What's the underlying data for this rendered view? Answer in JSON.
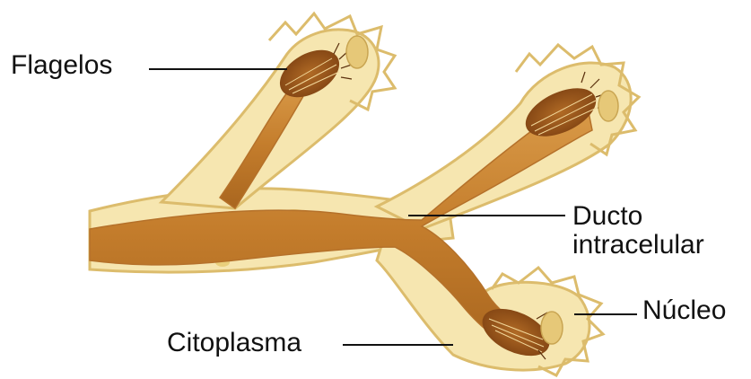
{
  "labels": {
    "flagelos": "Flagelos",
    "ducto_line1": "Ducto",
    "ducto_line2": "intracelular",
    "nucleo": "Núcleo",
    "citoplasma": "Citoplasma"
  },
  "colors": {
    "cell_fill": "#f7e8b4",
    "cell_edge": "#d9b768",
    "duct": "#c98432",
    "duct_dark": "#a3611e",
    "flagella": "#8a4a16",
    "nucleus": "#e8cf86",
    "leader_line": "#111111"
  }
}
